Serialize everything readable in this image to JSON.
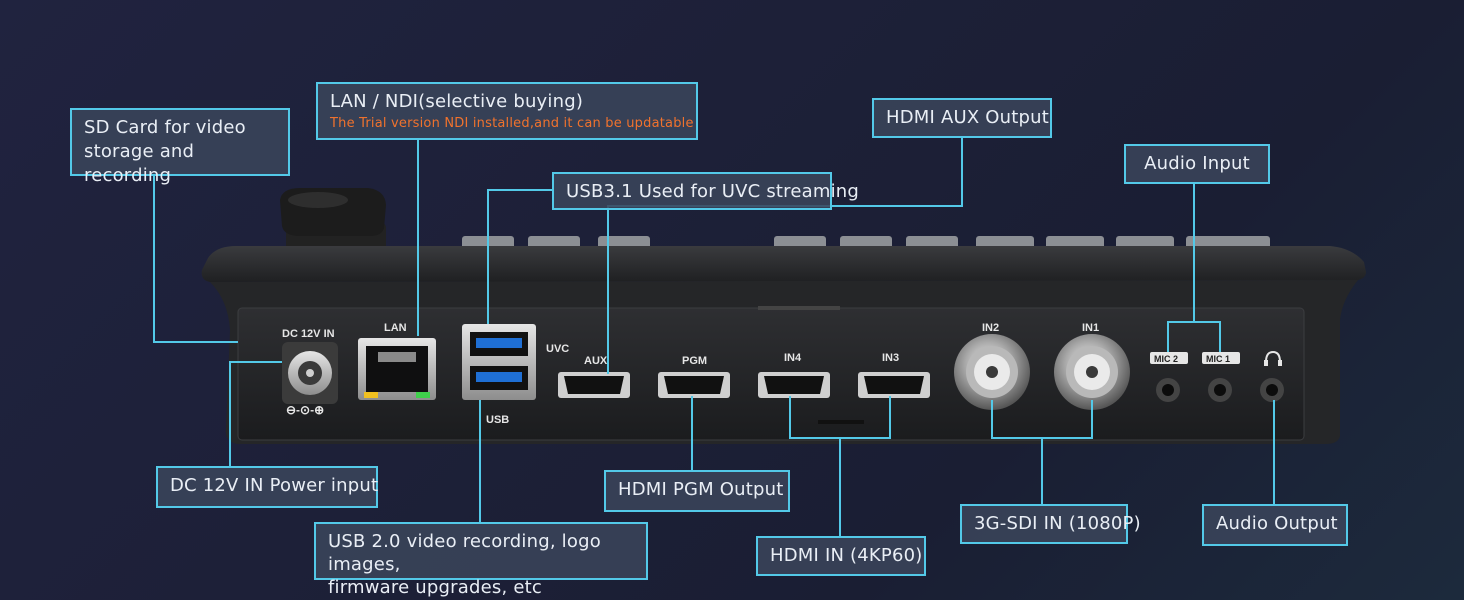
{
  "callouts": {
    "sd_card": "SD Card for video\nstorage and recording",
    "lan_ndi": "LAN / NDI(selective buying)",
    "lan_ndi_note": "The Trial version NDI installed,and it can be updatable",
    "usb31": "USB3.1 Used for UVC streaming",
    "hdmi_aux": "HDMI AUX Output",
    "audio_input": "Audio Input",
    "dc_power": "DC 12V IN Power input",
    "usb20": "USB 2.0 video recording, logo images,\nfirmware upgrades, etc",
    "hdmi_pgm": "HDMI PGM Output",
    "hdmi_in": "HDMI IN (4KP60)",
    "sdi_in": "3G-SDI IN (1080P)",
    "audio_output": "Audio Output"
  },
  "panel_labels": {
    "dc": "DC 12V IN",
    "dc_polarity": "⊖-⊙-⊕",
    "lan": "LAN",
    "uvc": "UVC",
    "usb": "USB",
    "aux": "AUX",
    "pgm": "PGM",
    "in4": "IN4",
    "in3": "IN3",
    "in2": "IN2",
    "in1": "IN1",
    "mic2": "MIC 2",
    "mic1": "MIC 1",
    "headphone": "headphone-icon"
  },
  "colors": {
    "callout_border": "#53c9e8",
    "leader_line": "#53c9e8",
    "note_text": "#f0722d",
    "device_body": "#2a2b2d"
  }
}
